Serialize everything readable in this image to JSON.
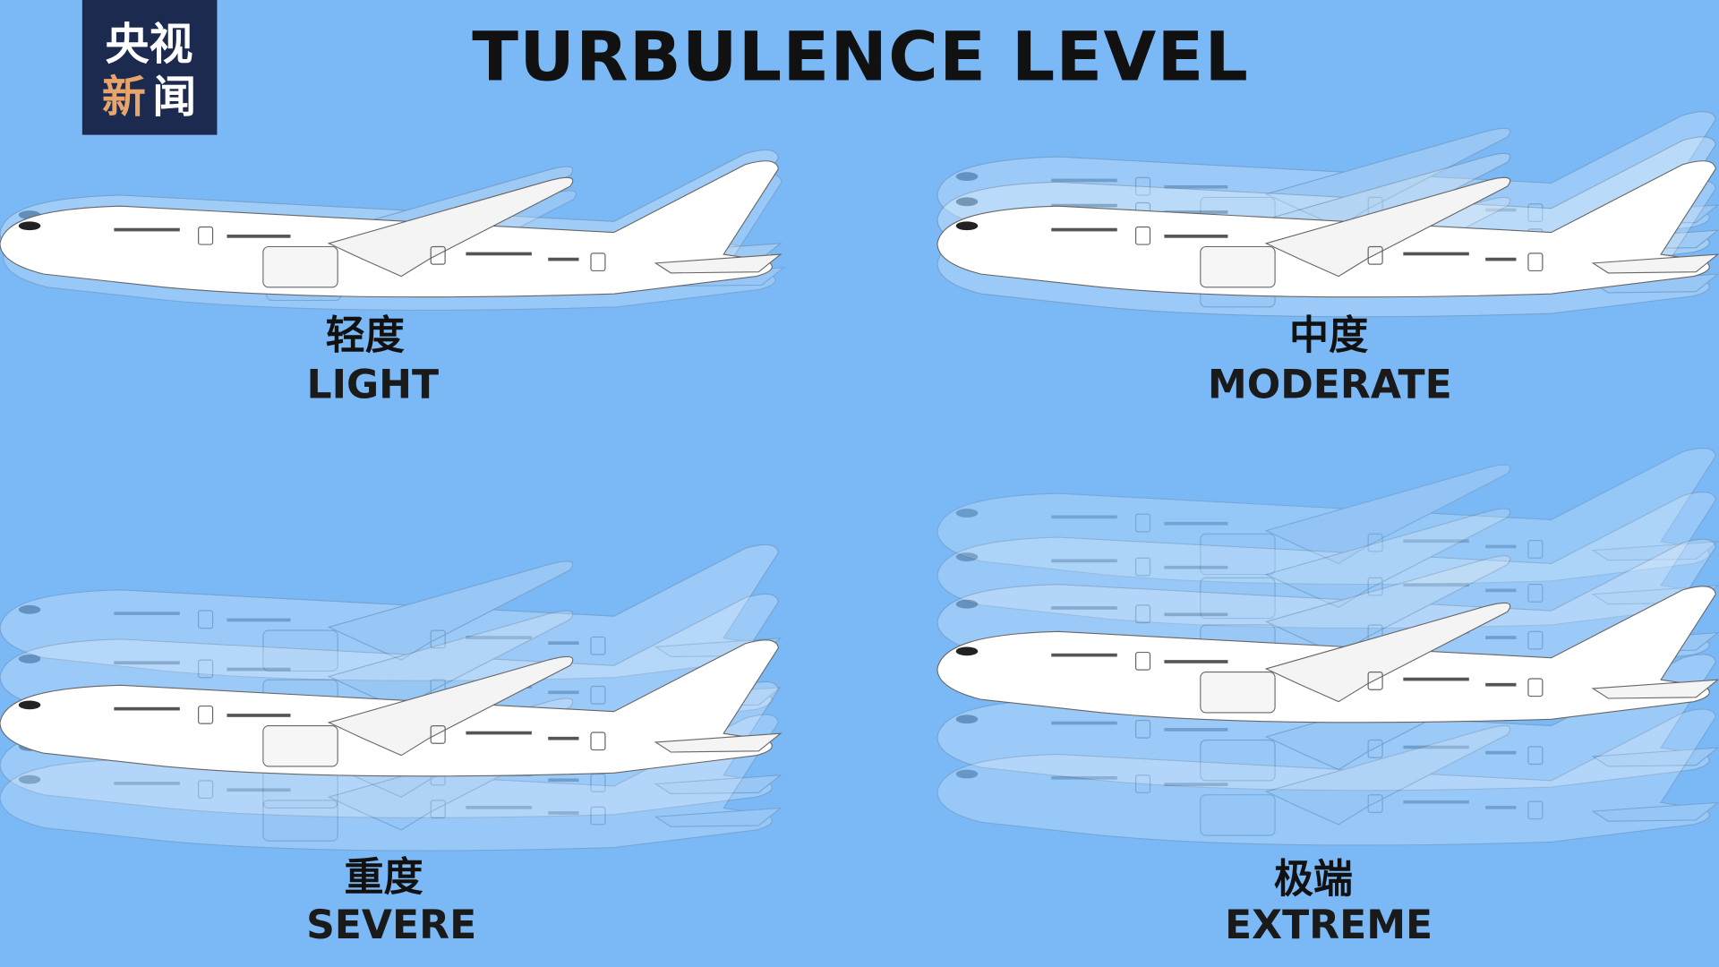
{
  "logo": {
    "line1": "央视",
    "line2_a": "新",
    "line2_b": "闻"
  },
  "title": "TURBULENCE LEVEL",
  "levels": [
    {
      "cn": "轻度",
      "en": "LIGHT"
    },
    {
      "cn": "中度",
      "en": "MODERATE"
    },
    {
      "cn": "重度",
      "en": "SEVERE"
    },
    {
      "cn": "极端",
      "en": "EXTREME"
    }
  ],
  "colors": {
    "background": "#7bb9f6",
    "logo_bg": "#1c2a50",
    "logo_accent": "#e8a56b"
  }
}
